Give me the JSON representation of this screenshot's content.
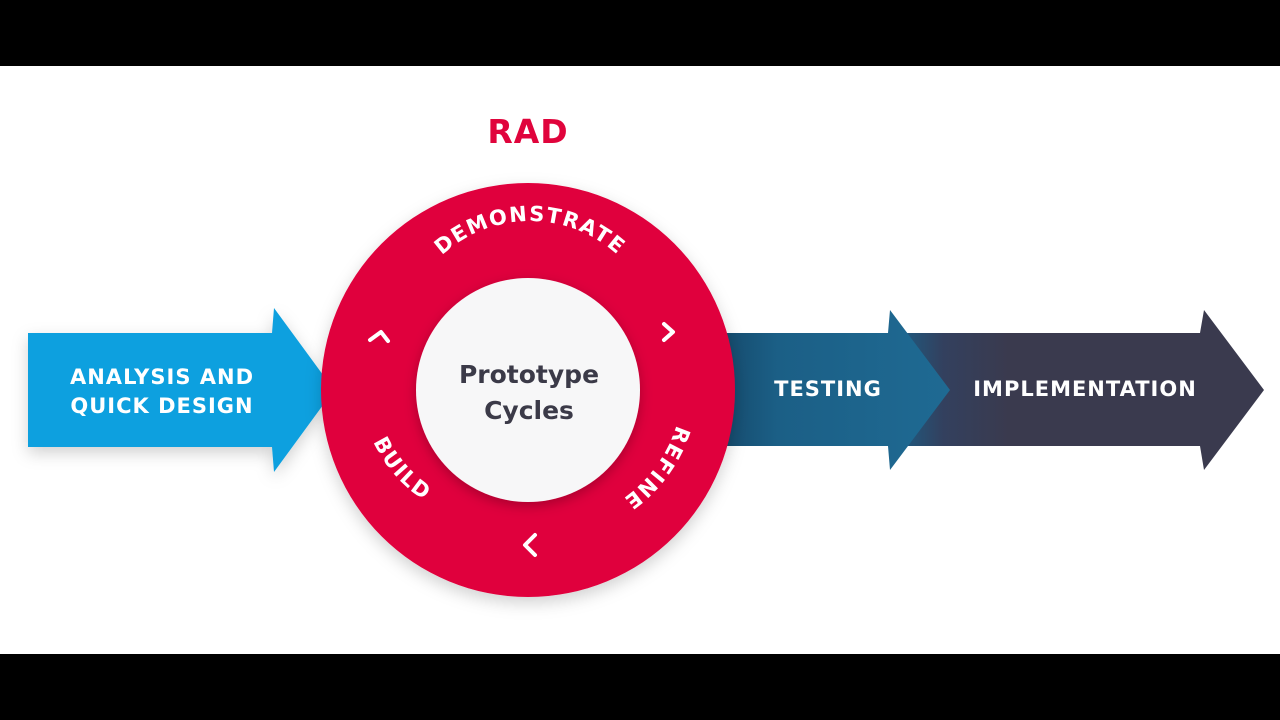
{
  "title": "RAD",
  "stages": {
    "start": "ANALYSIS AND\nQUICK DESIGN",
    "testing": "TESTING",
    "implementation": "IMPLEMENTATION"
  },
  "cycle": {
    "center": "Prototype\nCycles",
    "steps": [
      "DEMONSTRATE",
      "REFINE",
      "BUILD"
    ]
  },
  "colors": {
    "cycle_red": "#e0043c",
    "analysis_blue": "#0aa0df",
    "testing_teal": "#1b5f86",
    "implementation_dark": "#3a3a4e",
    "text_dark": "#3b3a48"
  }
}
